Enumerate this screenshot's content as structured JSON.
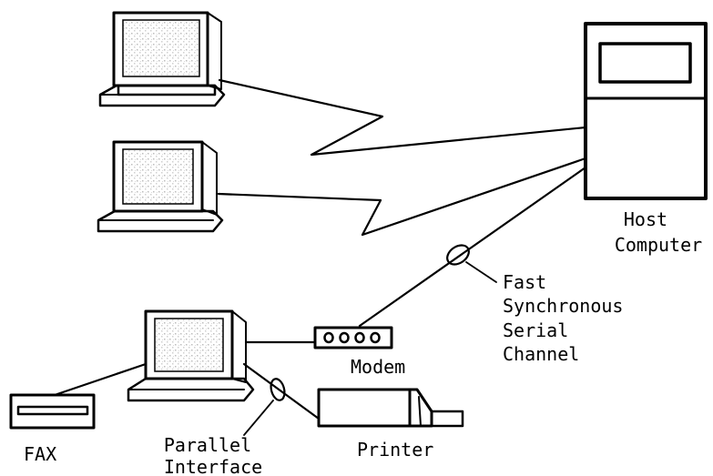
{
  "labels": {
    "host": [
      "Host",
      "Computer"
    ],
    "fast_channel": [
      "Fast",
      "Synchronous",
      "Serial",
      "Channel"
    ],
    "modem": "Modem",
    "fax": "FAX",
    "parallel": [
      "Parallel",
      "Interface"
    ],
    "printer": "Printer"
  },
  "colors": {
    "ink": "#000000",
    "background": "#ffffff",
    "screen_speckle": "#c8c8c8"
  }
}
